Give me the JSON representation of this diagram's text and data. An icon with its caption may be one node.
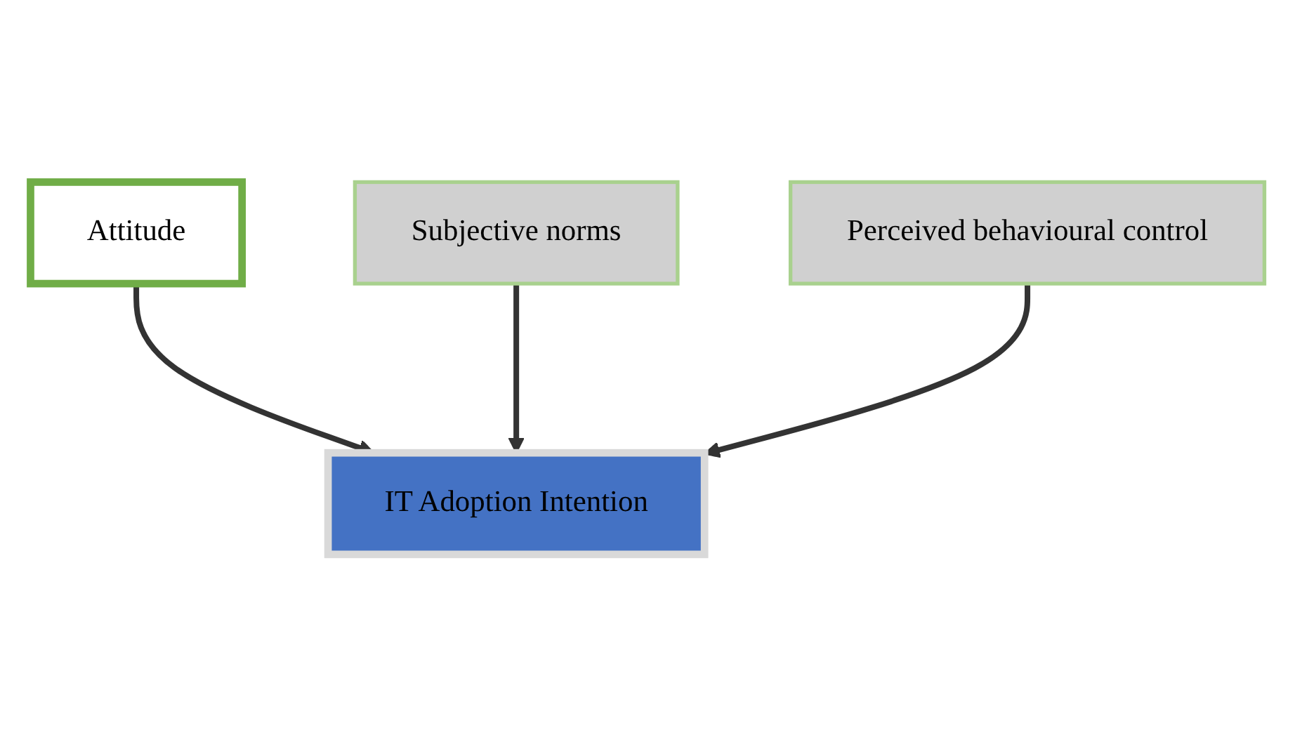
{
  "diagram": {
    "nodes": [
      {
        "text": [
          "Attitude"
        ]
      },
      {
        "text": [
          "Subjective norms"
        ]
      },
      {
        "text": [
          "Perceived behavioural control"
        ]
      },
      {
        "text": [
          "IT Adoption Intention"
        ]
      }
    ],
    "edges": [
      {
        "from": 0,
        "to": 3,
        "arrow": "to"
      },
      {
        "from": 1,
        "to": 3,
        "arrow": "to"
      },
      {
        "from": 2,
        "to": 3,
        "arrow": "to"
      }
    ]
  }
}
